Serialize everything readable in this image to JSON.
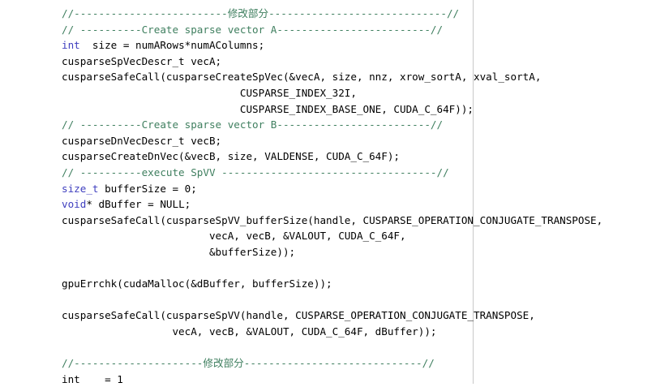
{
  "editor": {
    "language": "C/C++ (CUDA cuSPARSE)",
    "background_color": "#ffffff",
    "margin_guide_color": "#c8c8c8",
    "colors": {
      "comment": "#3f7f5f",
      "keyword": "#3f3fbf",
      "plain_text": "#000000"
    }
  },
  "code": {
    "lines": [
      {
        "index": 1,
        "text": "//-------------------------修改部分-----------------------------//",
        "tokens": [
          {
            "kind": "comment",
            "text": "//-------------------------修改部分-----------------------------//"
          }
        ]
      },
      {
        "index": 2,
        "text": "// ----------Create sparse vector A-------------------------//",
        "tokens": [
          {
            "kind": "comment",
            "text": "// ----------Create sparse vector A-------------------------//"
          }
        ]
      },
      {
        "index": 3,
        "text": "int  size = numARows*numAColumns;",
        "tokens": [
          {
            "kind": "keyword",
            "text": "int"
          },
          {
            "kind": "plain",
            "text": "  size = numARows*numAColumns;"
          }
        ]
      },
      {
        "index": 4,
        "text": "cusparseSpVecDescr_t vecA;",
        "tokens": [
          {
            "kind": "plain",
            "text": "cusparseSpVecDescr_t vecA;"
          }
        ]
      },
      {
        "index": 5,
        "text": "cusparseSafeCall(cusparseCreateSpVec(&vecA, size, nnz, xrow_sortA, xval_sortA,",
        "tokens": [
          {
            "kind": "plain",
            "text": "cusparseSafeCall(cusparseCreateSpVec(&vecA, size, nnz, xrow_sortA, xval_sortA,"
          }
        ]
      },
      {
        "index": 6,
        "text": "                             CUSPARSE_INDEX_32I,",
        "tokens": [
          {
            "kind": "plain",
            "text": "                             CUSPARSE_INDEX_32I,"
          }
        ]
      },
      {
        "index": 7,
        "text": "                             CUSPARSE_INDEX_BASE_ONE, CUDA_C_64F));",
        "tokens": [
          {
            "kind": "plain",
            "text": "                             CUSPARSE_INDEX_BASE_ONE, CUDA_C_64F));"
          }
        ]
      },
      {
        "index": 8,
        "text": "// ----------Create sparse vector B-------------------------//",
        "tokens": [
          {
            "kind": "comment",
            "text": "// ----------Create sparse vector B-------------------------//"
          }
        ]
      },
      {
        "index": 9,
        "text": "cusparseDnVecDescr_t vecB;",
        "tokens": [
          {
            "kind": "plain",
            "text": "cusparseDnVecDescr_t vecB;"
          }
        ]
      },
      {
        "index": 10,
        "text": "cusparseCreateDnVec(&vecB, size, VALDENSE, CUDA_C_64F);",
        "tokens": [
          {
            "kind": "plain",
            "text": "cusparseCreateDnVec(&vecB, size, VALDENSE, CUDA_C_64F);"
          }
        ]
      },
      {
        "index": 11,
        "text": "// ----------execute SpVV -----------------------------------//",
        "tokens": [
          {
            "kind": "comment",
            "text": "// ----------execute SpVV -----------------------------------//"
          }
        ]
      },
      {
        "index": 12,
        "text": "size_t bufferSize = 0;",
        "tokens": [
          {
            "kind": "keyword",
            "text": "size_t"
          },
          {
            "kind": "plain",
            "text": " bufferSize = 0;"
          }
        ]
      },
      {
        "index": 13,
        "text": "void* dBuffer = NULL;",
        "tokens": [
          {
            "kind": "keyword",
            "text": "void"
          },
          {
            "kind": "plain",
            "text": "* dBuffer = NULL;"
          }
        ]
      },
      {
        "index": 14,
        "text": "cusparseSafeCall(cusparseSpVV_bufferSize(handle, CUSPARSE_OPERATION_CONJUGATE_TRANSPOSE,",
        "tokens": [
          {
            "kind": "plain",
            "text": "cusparseSafeCall(cusparseSpVV_bufferSize(handle, CUSPARSE_OPERATION_CONJUGATE_TRANSPOSE,"
          }
        ]
      },
      {
        "index": 15,
        "text": "                        vecA, vecB, &VALOUT, CUDA_C_64F,",
        "tokens": [
          {
            "kind": "plain",
            "text": "                        vecA, vecB, &VALOUT, CUDA_C_64F,"
          }
        ]
      },
      {
        "index": 16,
        "text": "                        &bufferSize));",
        "tokens": [
          {
            "kind": "plain",
            "text": "                        &bufferSize));"
          }
        ]
      },
      {
        "index": 17,
        "text": "",
        "tokens": []
      },
      {
        "index": 18,
        "text": "gpuErrchk(cudaMalloc(&dBuffer, bufferSize));",
        "tokens": [
          {
            "kind": "plain",
            "text": "gpuErrchk(cudaMalloc(&dBuffer, bufferSize));"
          }
        ]
      },
      {
        "index": 19,
        "text": "",
        "tokens": []
      },
      {
        "index": 20,
        "text": "cusparseSafeCall(cusparseSpVV(handle, CUSPARSE_OPERATION_CONJUGATE_TRANSPOSE,",
        "tokens": [
          {
            "kind": "plain",
            "text": "cusparseSafeCall(cusparseSpVV(handle, CUSPARSE_OPERATION_CONJUGATE_TRANSPOSE,"
          }
        ]
      },
      {
        "index": 21,
        "text": "                  vecA, vecB, &VALOUT, CUDA_C_64F, dBuffer));",
        "tokens": [
          {
            "kind": "plain",
            "text": "                  vecA, vecB, &VALOUT, CUDA_C_64F, dBuffer));"
          }
        ]
      },
      {
        "index": 22,
        "text": "",
        "tokens": []
      },
      {
        "index": 23,
        "text": "//---------------------修改部分-----------------------------//",
        "tokens": [
          {
            "kind": "comment",
            "text": "//---------------------修改部分-----------------------------//"
          }
        ]
      },
      {
        "index": 24,
        "text": "int    = 1",
        "tokens": [
          {
            "kind": "plain",
            "text": "int    = 1"
          }
        ]
      }
    ]
  }
}
